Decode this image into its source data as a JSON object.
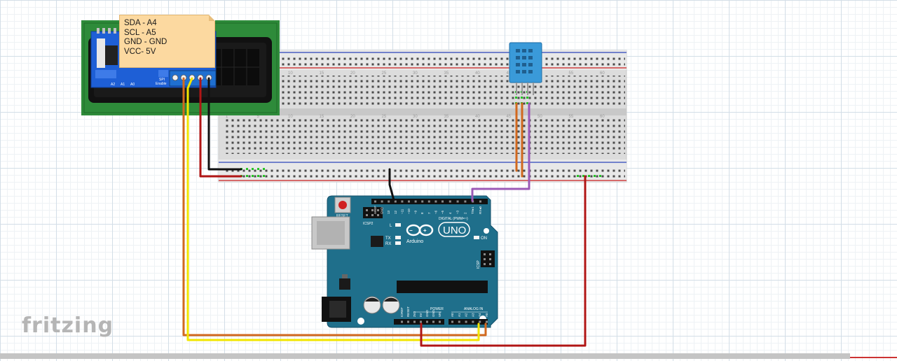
{
  "app": {
    "logo_text": "fritzing"
  },
  "note": {
    "lines": [
      "SDA - A4",
      "SCL - A5",
      "GND - GND",
      "VCC- 5V"
    ]
  },
  "lcd_module": {
    "labels": [
      "A2",
      "A1",
      "A0",
      "SPI",
      "Enable"
    ]
  },
  "arduino": {
    "reset_label": "RESET",
    "icsp2_label": "ICSP2",
    "l_label": "L",
    "tx_label": "TX",
    "rx_label": "RX",
    "brand_label": "Arduino",
    "model_label": "UNO",
    "on_label": "ON",
    "icsp_label": "ICSP",
    "digital_label": "DIGITAL (PWM=~)",
    "power_label": "POWER",
    "analog_label": "ANALOG IN",
    "digital_pins": [
      "AREF",
      "GND",
      "13",
      "12",
      "~11",
      "~10",
      "~9",
      "8",
      "7",
      "~6",
      "~5",
      "4",
      "~3",
      "2",
      "TX▸1",
      "RX◂0"
    ],
    "power_pins": [
      "IOREF",
      "RESET",
      "3V3",
      "5V",
      "GND",
      "GND",
      "VIN"
    ],
    "analog_pins": [
      "A0",
      "A1",
      "A2",
      "A3",
      "A4",
      "A5"
    ]
  },
  "breadboard": {
    "column_numbers": [
      "1",
      "5",
      "10",
      "15",
      "20",
      "25",
      "30",
      "35",
      "40",
      "45",
      "50",
      "55",
      "60"
    ]
  },
  "colors": {
    "wire_orange": "#d2691e",
    "wire_yellow": "#f2e600",
    "wire_red": "#b01515",
    "wire_black": "#111111",
    "wire_purple": "#9b59b6",
    "arduino_teal": "#1f6f8b",
    "lcd_green": "#2e8b3a",
    "sensor_blue": "#3a9ad9",
    "note_bg": "#fcd9a0"
  }
}
